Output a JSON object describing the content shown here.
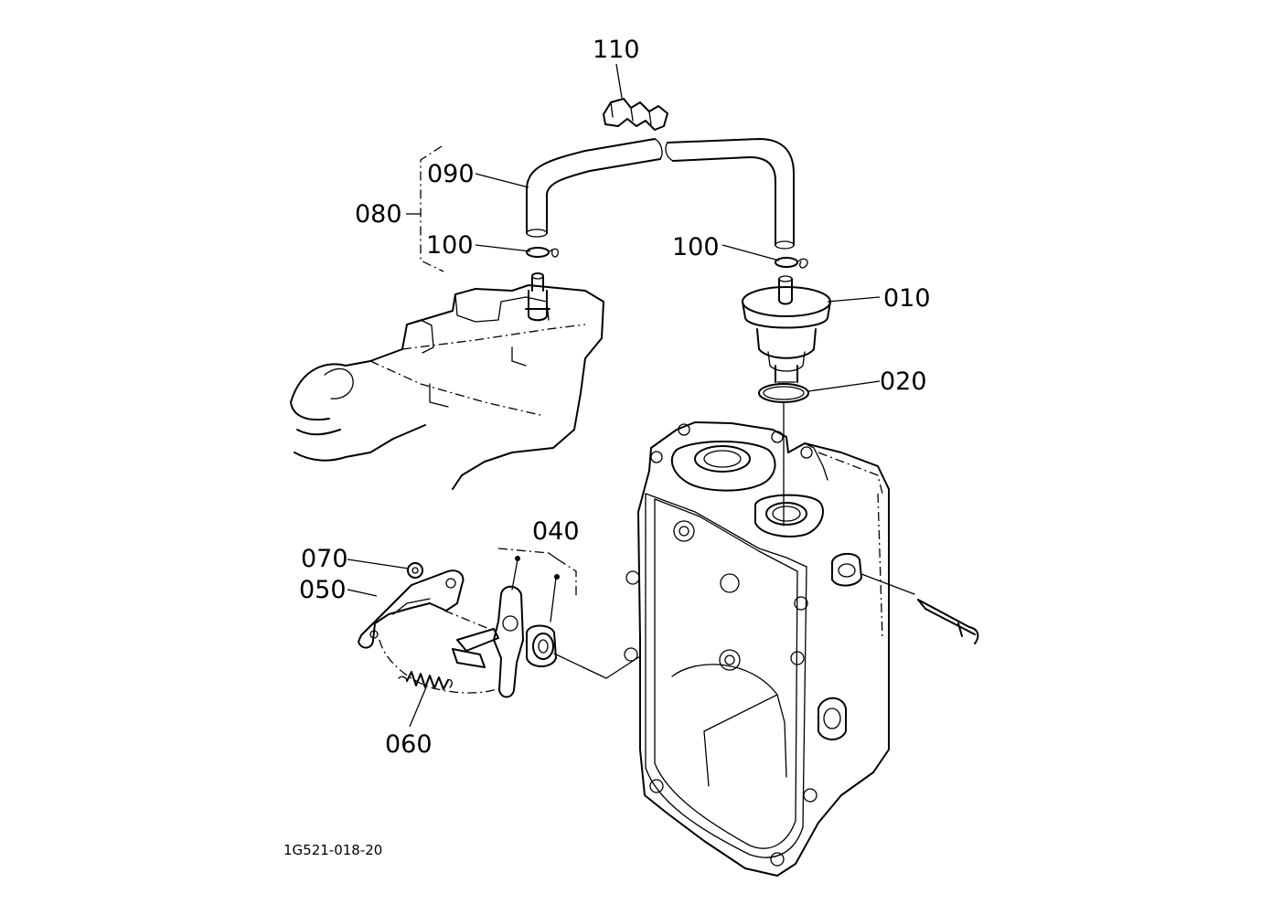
{
  "diagram": {
    "reference_code": "1G521-018-20",
    "labels": {
      "p010": "010",
      "p020": "020",
      "p040": "040",
      "p050": "050",
      "p060": "060",
      "p070": "070",
      "p080": "080",
      "p090": "090",
      "p100_left": "100",
      "p100_right": "100",
      "p110": "110"
    }
  }
}
